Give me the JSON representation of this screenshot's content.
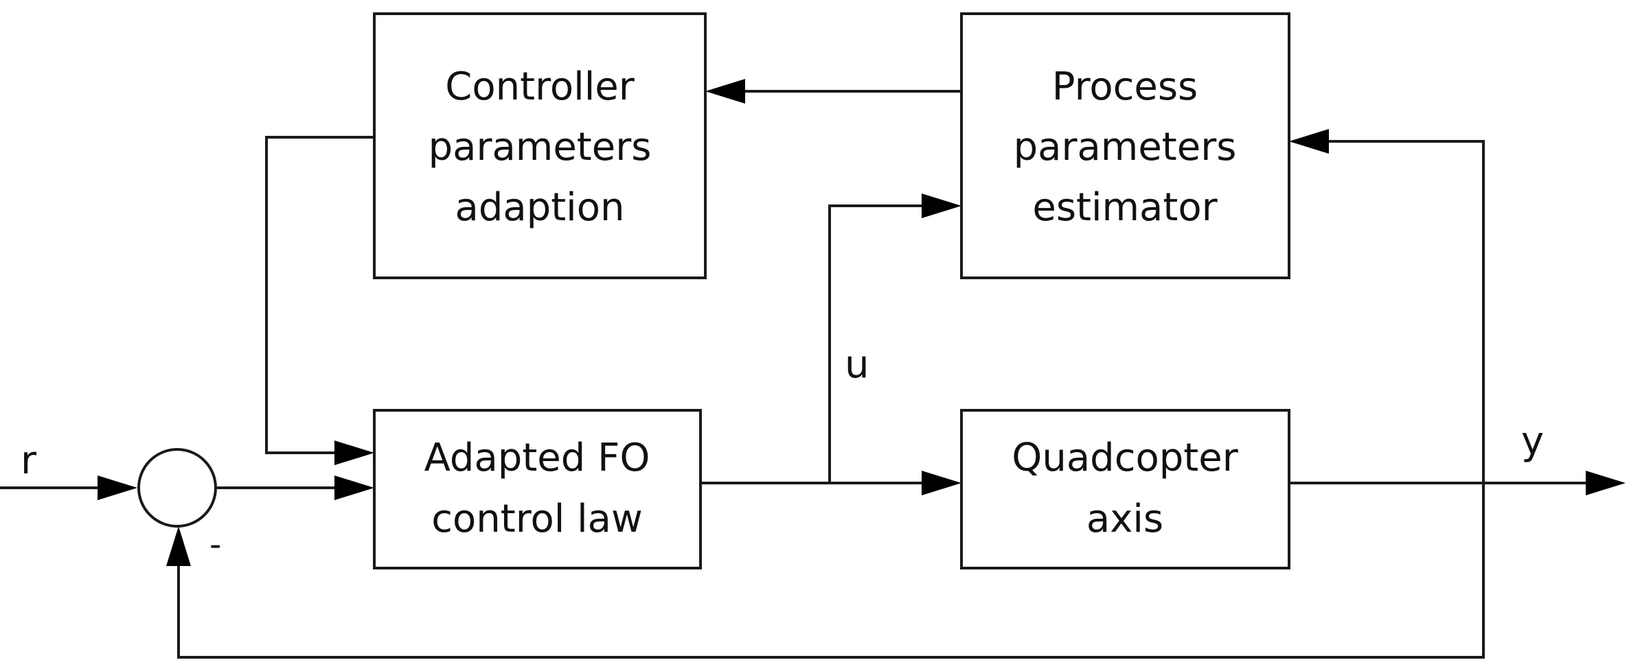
{
  "blocks": {
    "controller_adaption": {
      "line1": "Controller",
      "line2": "parameters",
      "line3": "adaption"
    },
    "process_estimator": {
      "line1": "Process",
      "line2": "parameters",
      "line3": "estimator"
    },
    "control_law": {
      "line1": "Adapted FO",
      "line2": "control law"
    },
    "plant": {
      "line1": "Quadcopter",
      "line2": "axis"
    }
  },
  "signals": {
    "reference": "r",
    "control": "u",
    "output": "y"
  },
  "summing_junction": {
    "feedback_sign": "-"
  }
}
